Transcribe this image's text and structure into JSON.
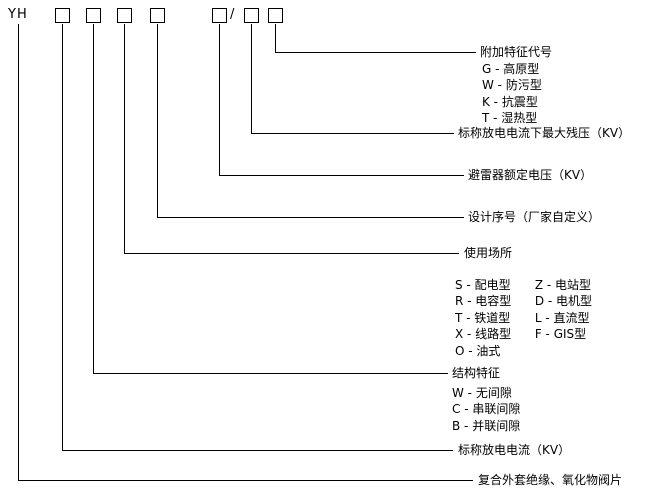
{
  "code_row": {
    "prefix": "YH",
    "separator": "/"
  },
  "entries": [
    {
      "label": "附加特征代号",
      "options": [
        "G - 高原型",
        "W - 防污型",
        "K - 抗震型",
        "T - 湿热型"
      ]
    },
    {
      "label": "标称放电电流下最大残压（KV）"
    },
    {
      "label": "避雷器额定电压（KV）"
    },
    {
      "label": "设计序号（厂家自定义）"
    },
    {
      "label": "使用场所",
      "option_rows": [
        [
          "S - 配电型",
          "Z - 电站型"
        ],
        [
          "R - 电容型",
          "D - 电机型"
        ],
        [
          "T - 铁道型",
          "L - 直流型"
        ],
        [
          "X - 线路型",
          "F - GIS型"
        ],
        [
          "O - 油式"
        ]
      ]
    },
    {
      "label": "结构特征",
      "options": [
        "W - 无间隙",
        "C - 串联间隙",
        "B - 并联间隙"
      ]
    },
    {
      "label": "标称放电电流（KV）"
    },
    {
      "label": "复合外套绝缘、氧化物阀片"
    }
  ]
}
